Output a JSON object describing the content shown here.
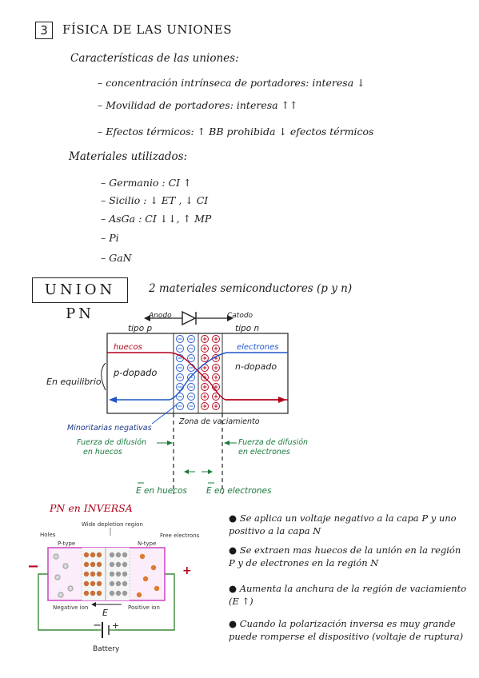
{
  "section": {
    "number": "3",
    "title": "FÍSICA DE LAS UNIONES"
  },
  "characteristics": {
    "heading": "Características de las uniones:",
    "items": [
      "– concentración intrínseca de portadores: interesa ↓",
      "– Movilidad de portadores: interesa ↑↑",
      "– Efectos térmicos: ↑ BB prohibida ↓ efectos térmicos"
    ]
  },
  "materials": {
    "heading": "Materiales utilizados:",
    "items": [
      "– Germanio : CI ↑",
      "– Sicilio : ↓ ET , ↓ CI",
      "– AsGa : CI ↓↓, ↑ MP",
      "– Pi",
      "– GaN"
    ]
  },
  "union_pn": {
    "box_label": "UNION PN",
    "description": "2 materiales semiconductores (p y n)"
  },
  "pn_diagram": {
    "anode": "Anodo",
    "cathode": "Catodo",
    "p_type": "tipo p",
    "n_type": "tipo n",
    "huecos": "huecos",
    "electrones": "electrones",
    "p_dopado": "p-dopado",
    "n_dopado": "n-dopado",
    "equilibrium": "En equilibrio",
    "minority": "Minoritarias negativas",
    "depletion_zone": "Zona de vaciamiento",
    "diffusion_holes": "Fuerza de difusión en huecos",
    "diffusion_electrons": "Fuerza de difusión en electrones",
    "e_holes": "E en huecos",
    "e_electrons": "E en electrones",
    "plus_sign": "+",
    "minus_sign": "−"
  },
  "inverse": {
    "title": "PN en INVERSA",
    "photo": {
      "wide_depletion": "Wide depletion region",
      "holes": "Holes",
      "free_electrons": "Free electrons",
      "p_type": "P-type",
      "n_type": "N-type",
      "negative_ion": "Negative ion",
      "positive_ion": "Positive ion",
      "e_label": "E",
      "battery": "Battery",
      "minus": "−",
      "plus": "+"
    },
    "bullets": [
      "Se aplica un voltaje negativo a la capa P y uno positivo a la capa N",
      "Se extraen mas huecos de la unión en la región P y de electrones en la región N",
      "Aumenta la anchura de la región de vaciamiento (E ↑)",
      "Cuando la polarización inversa es muy grande puede romperse el dispositivo (voltaje de ruptura)"
    ]
  },
  "colors": {
    "red": "#b3001b",
    "blue": "#1f56c8",
    "green": "#1a7a3c",
    "navy": "#1e3a8a",
    "photo_border": "#d04fc9",
    "wire": "#3a8a3a"
  }
}
